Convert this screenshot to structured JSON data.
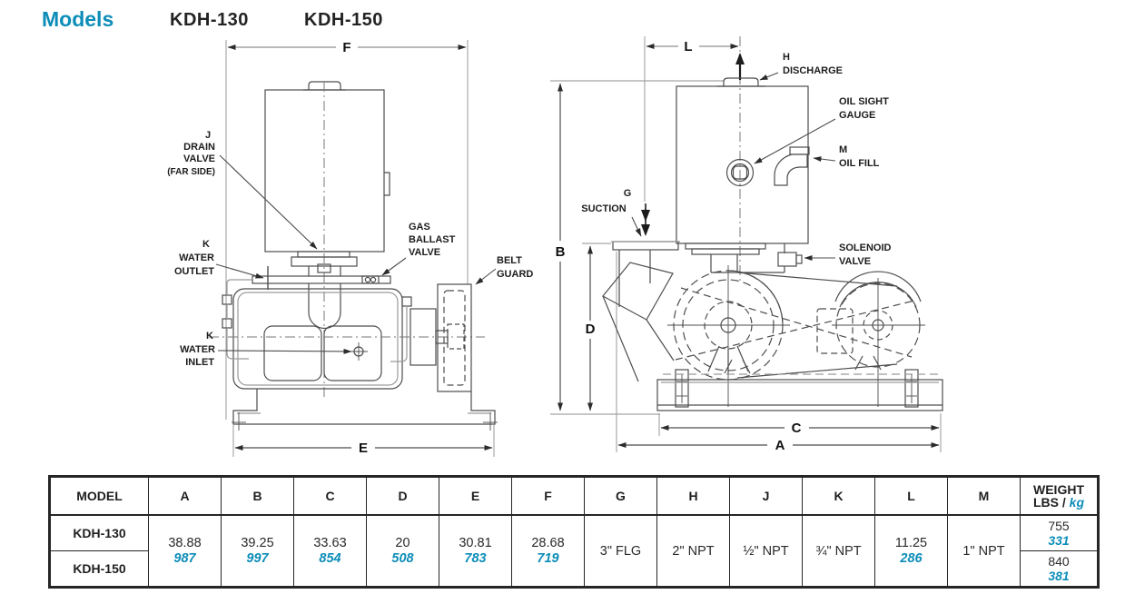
{
  "page": {
    "title": "Models",
    "model1": "KDH-130",
    "model2": "KDH-150"
  },
  "colors": {
    "accent_teal": "#0d8db8",
    "ink": "#1c1c1c",
    "line": "#4d4d4d"
  },
  "left_view": {
    "dim_f": "F",
    "dim_e": "E",
    "drain_valve": {
      "l1": "J",
      "l2": "DRAIN",
      "l3": "VALVE",
      "l4": "(FAR SIDE)"
    },
    "water_outlet": {
      "l1": "K",
      "l2": "WATER",
      "l3": "OUTLET"
    },
    "water_inlet": {
      "l1": "K",
      "l2": "WATER",
      "l3": "INLET"
    },
    "gas_ballast_valve": {
      "l1": "GAS",
      "l2": "BALLAST",
      "l3": "VALVE"
    },
    "belt_guard": {
      "l1": "BELT",
      "l2": "GUARD"
    }
  },
  "right_view": {
    "dim_l": "L",
    "dim_b": "B",
    "dim_d": "D",
    "dim_c": "C",
    "dim_a": "A",
    "discharge": {
      "l1": "H",
      "l2": "DISCHARGE"
    },
    "oil_sight_gauge": {
      "l1": "OIL SIGHT",
      "l2": "GAUGE"
    },
    "oil_fill": {
      "l1": "M",
      "l2": "OIL FILL"
    },
    "suction": {
      "l1": "G",
      "l2": "SUCTION"
    },
    "solenoid_valve": {
      "l1": "SOLENOID",
      "l2": "VALVE"
    }
  },
  "table": {
    "headers": [
      "MODEL",
      "A",
      "B",
      "C",
      "D",
      "E",
      "F",
      "G",
      "H",
      "J",
      "K",
      "L",
      "M"
    ],
    "weight_header": {
      "line1": "WEIGHT",
      "line2_prefix": "LBS / ",
      "line2_unit": "kg"
    },
    "rows": [
      {
        "model": "KDH-130"
      },
      {
        "model": "KDH-150"
      }
    ],
    "dims": {
      "A": {
        "in": "38.88",
        "mm": "987"
      },
      "B": {
        "in": "39.25",
        "mm": "997"
      },
      "C": {
        "in": "33.63",
        "mm": "854"
      },
      "D": {
        "in": "20",
        "mm": "508"
      },
      "E": {
        "in": "30.81",
        "mm": "783"
      },
      "F": {
        "in": "28.68",
        "mm": "719"
      },
      "G": {
        "text": "3\" FLG"
      },
      "H": {
        "text": "2\" NPT"
      },
      "J": {
        "text": "½\" NPT"
      },
      "K": {
        "text": "¾\" NPT"
      },
      "L": {
        "in": "11.25",
        "mm": "286"
      },
      "M": {
        "text": "1\" NPT"
      }
    },
    "weights": [
      {
        "lbs": "755",
        "kg": "331"
      },
      {
        "lbs": "840",
        "kg": "381"
      }
    ]
  }
}
